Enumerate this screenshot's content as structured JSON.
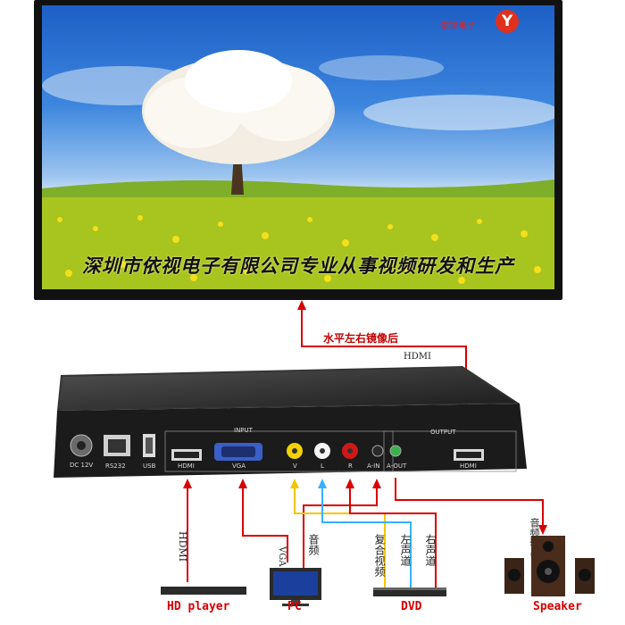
{
  "screen": {
    "caption": "深圳市依视电子有限公司专业从事视频研发和生产",
    "brand_text": "依视电子",
    "brand_mark": "Y"
  },
  "top_link": {
    "mirror_label": "水平左右镜像后",
    "signal_label": "HDMI"
  },
  "device": {
    "group_input": "INPUT",
    "group_output": "OUTPUT",
    "ports": {
      "dc": "DC 12V",
      "rs232": "RS232",
      "usb": "USB",
      "hdmi_in": "HDMI",
      "vga": "VGA",
      "v": "V",
      "l": "L",
      "r": "R",
      "a_in": "A-IN",
      "a_out": "A-OUT",
      "hdmi_out": "HDMI"
    },
    "port_colors": {
      "video": "#f2d200",
      "left": "#ffffff",
      "right": "#d01818",
      "aux": "#2a2a2a"
    }
  },
  "cables": {
    "hdmi_player": "HDMI",
    "pc_vga": "VGA",
    "pc_audio": "音频",
    "dvd_composite": "复合视频",
    "dvd_left": "左声道",
    "dvd_right": "右声道",
    "speaker_audio": "音频输出",
    "colors": {
      "hdmi": "#d80000",
      "vga": "#d80000",
      "video": "#f2c600",
      "left": "#38b0ff",
      "right": "#d80000",
      "audio_out": "#d80000"
    }
  },
  "devices": {
    "hd_player": "HD player",
    "pc": "PC",
    "dvd": "DVD",
    "speaker": "Speaker"
  }
}
